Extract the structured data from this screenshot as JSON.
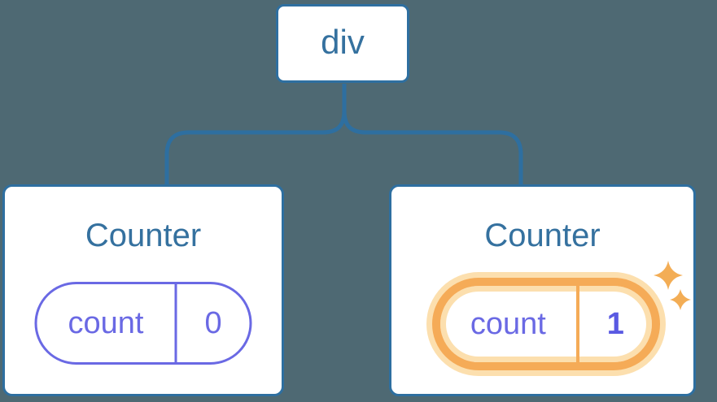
{
  "diagram": {
    "description": "Component tree: a div root with two Counter children; the second Counter's state pill is highlighted with sparkles",
    "root_node": {
      "label": "div"
    },
    "children": [
      {
        "title": "Counter",
        "state_pill": {
          "key": "count",
          "value": "0"
        },
        "highlighted": false
      },
      {
        "title": "Counter",
        "state_pill": {
          "key": "count",
          "value": "1"
        },
        "highlighted": true
      }
    ],
    "icons": {
      "sparkles": "sparkles-icon"
    }
  },
  "colors": {
    "background": "#4e6973",
    "connector_blue": "#2e6fa0",
    "node_border_blue": "#2e6fa0",
    "node_text_blue": "#35719f",
    "state_purple": "#6a69e4",
    "state_value_bold_purple": "#5a5ae2",
    "highlight_orange": "#f5ab57",
    "highlight_halo": "#fcdfae",
    "sparkle_orange": "#f3ad55",
    "card_background": "#ffffff"
  }
}
